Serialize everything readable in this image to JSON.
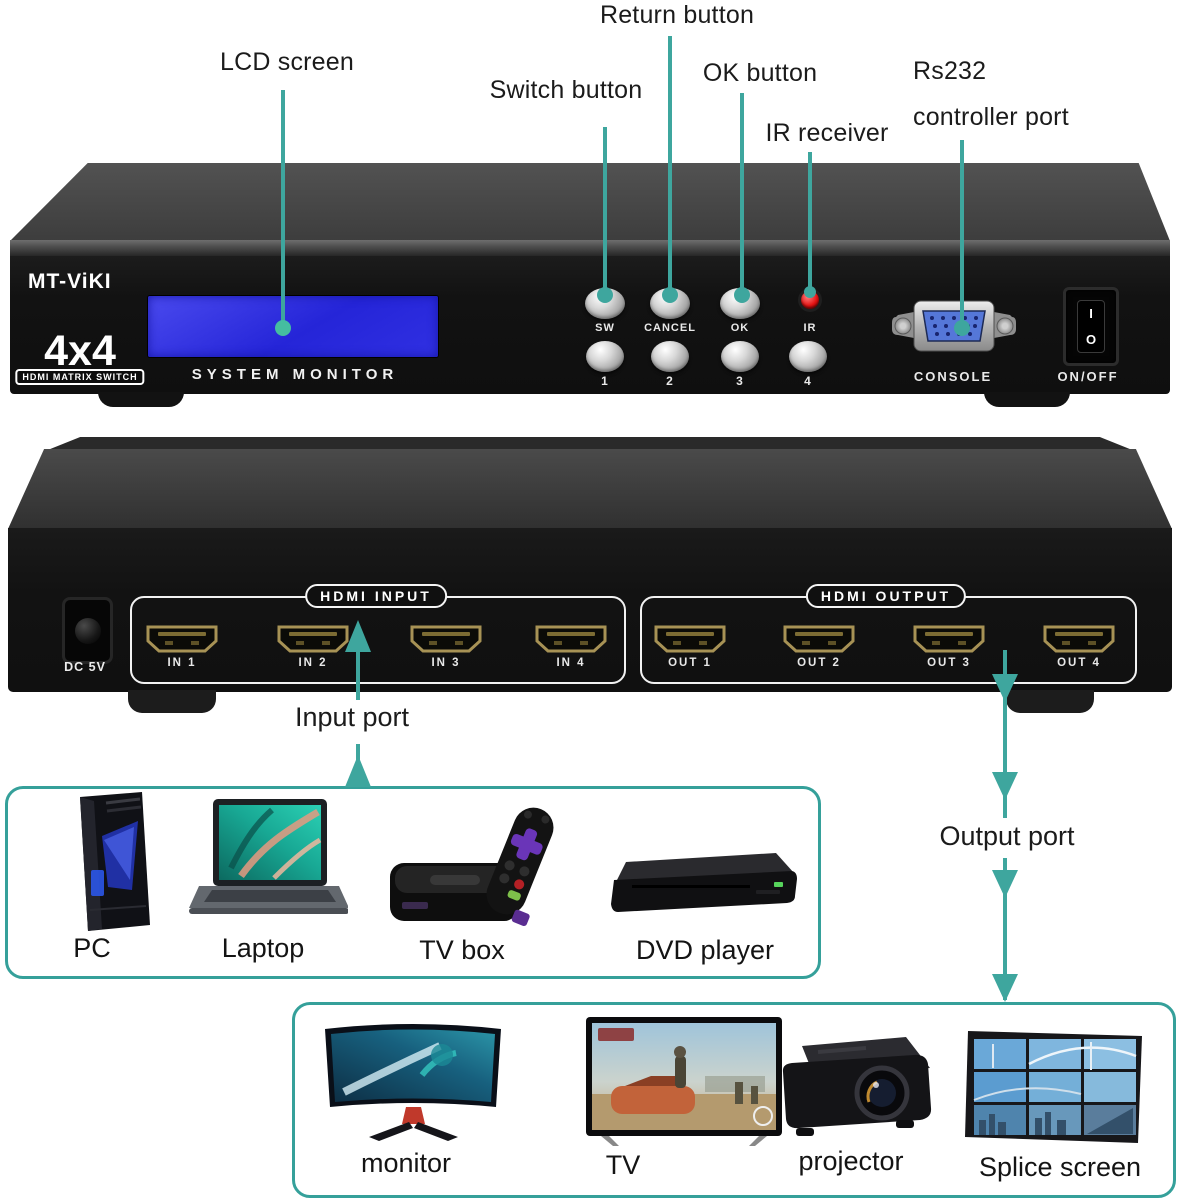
{
  "colors": {
    "accent": "#3ea69e",
    "lcd_blue": "#2b2bdd",
    "ir_red": "#e41212",
    "vga_blue": "#5577d8"
  },
  "callouts": {
    "lcd": "LCD screen",
    "switch": "Switch button",
    "return": "Return button",
    "ok": "OK button",
    "ir": "IR receiver",
    "rs232_line1": "Rs232",
    "rs232_line2": "controller port",
    "input_port": "Input port",
    "output_port": "Output port"
  },
  "front_panel": {
    "brand": "MT-ViKI",
    "model": "4x4",
    "model_sub": "HDMI MATRIX SWITCH",
    "screen_caption": "SYSTEM MONITOR",
    "button_sw": "SW",
    "button_cancel": "CANCEL",
    "button_ok": "OK",
    "ir_label": "IR",
    "num_buttons": [
      "1",
      "2",
      "3",
      "4"
    ],
    "console_label": "CONSOLE",
    "power_label": "ON/OFF",
    "power_on": "I",
    "power_off": "O"
  },
  "back_panel": {
    "dc_label": "DC 5V",
    "input_group": "HDMI INPUT",
    "output_group": "HDMI OUTPUT",
    "inputs": [
      "IN 1",
      "IN 2",
      "IN 3",
      "IN 4"
    ],
    "outputs": [
      "OUT 1",
      "OUT 2",
      "OUT 3",
      "OUT 4"
    ]
  },
  "source_devices": [
    {
      "name": "PC"
    },
    {
      "name": "Laptop"
    },
    {
      "name": "TV box"
    },
    {
      "name": "DVD player"
    }
  ],
  "display_devices": [
    {
      "name": "monitor"
    },
    {
      "name": "TV"
    },
    {
      "name": "projector"
    },
    {
      "name": "Splice screen"
    }
  ]
}
